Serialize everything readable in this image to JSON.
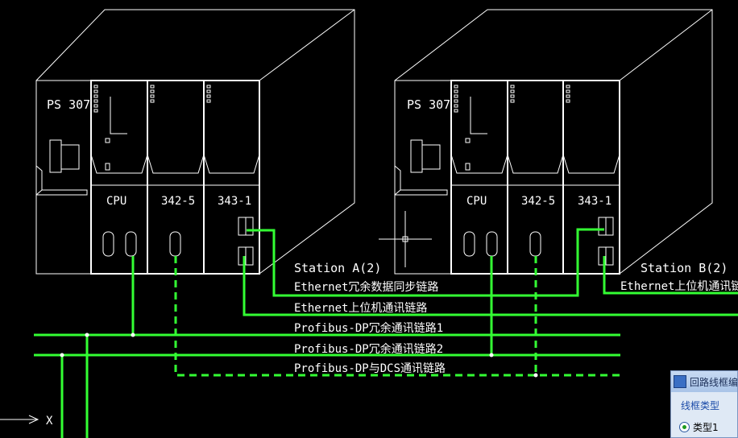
{
  "stations": [
    {
      "ps_label": "PS 307",
      "modules": [
        {
          "label": "CPU"
        },
        {
          "label": "342-5"
        },
        {
          "label": "343-1"
        }
      ],
      "name": "Station A(2)"
    },
    {
      "ps_label": "PS 307",
      "modules": [
        {
          "label": "CPU"
        },
        {
          "label": "342-5"
        },
        {
          "label": "343-1"
        }
      ],
      "name": "Station B(2)"
    }
  ],
  "links": [
    {
      "label": "Ethernet冗余数据同步链路",
      "style": "solid"
    },
    {
      "label": "Ethernet上位机通讯链路",
      "style": "solid"
    },
    {
      "label": "Profibus-DP冗余通讯链路1",
      "style": "solid"
    },
    {
      "label": "Profibus-DP冗余通讯链路2",
      "style": "solid"
    },
    {
      "label": "Profibus-DP与DCS通讯链路",
      "style": "dashed"
    }
  ],
  "station_b_partial_link": "Ethernet上位机通讯链",
  "ucs_axis_label": "X",
  "colors": {
    "background": "#000000",
    "line": "#ffffff",
    "link": "#33ff33"
  },
  "dialog": {
    "title": "回路线框编辑",
    "group_label": "线框类型",
    "radio_label": "类型1"
  }
}
